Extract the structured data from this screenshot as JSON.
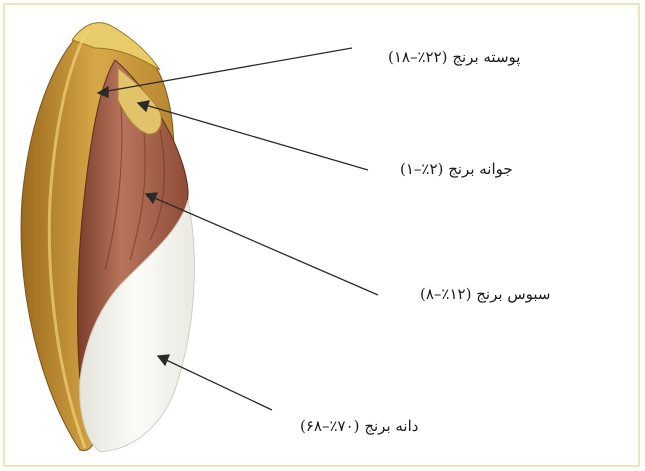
{
  "diagram": {
    "labels": {
      "hull": {
        "name": "پوسته برنج",
        "range": "(۲۲٪–۱۸)"
      },
      "germ": {
        "name": "جوانه برنج",
        "range": "(۲٪–۱)"
      },
      "bran": {
        "name": "سبوس برنج",
        "range": "(۱۲٪–۸)"
      },
      "kernel": {
        "name": "دانه برنج",
        "range": "(۷۰٪–۶۸)"
      }
    },
    "colors": {
      "hull": "#c99a3a",
      "hull_highlight": "#e8cc6a",
      "bran": "#a9624a",
      "germ": "#e2c36a",
      "kernel": "#f3f3ef",
      "frame": "#ece6b4",
      "arrow": "#2a2a2a"
    }
  }
}
